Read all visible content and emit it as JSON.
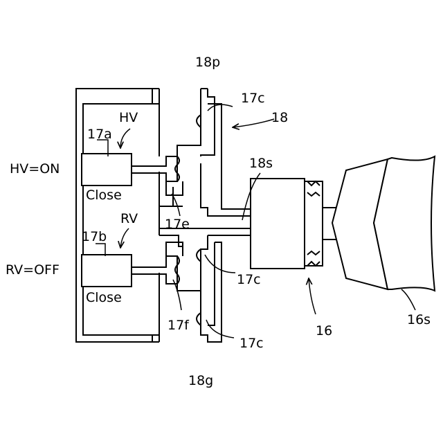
{
  "labels": {
    "l18p": "18p",
    "l17c_top": "17c",
    "l18": "18",
    "lHV": "HV",
    "l17a": "17a",
    "hv_state": "HV=ON",
    "close_a": "Close",
    "l18s": "18s",
    "lRV": "RV",
    "l17e": "17e",
    "l17b": "17b",
    "rv_state": "RV=OFF",
    "l17c_mid": "17c",
    "close_b": "Close",
    "l17f": "17f",
    "l16": "16",
    "l16s": "16s",
    "l17c_bot": "17c",
    "l18g": "18g"
  }
}
